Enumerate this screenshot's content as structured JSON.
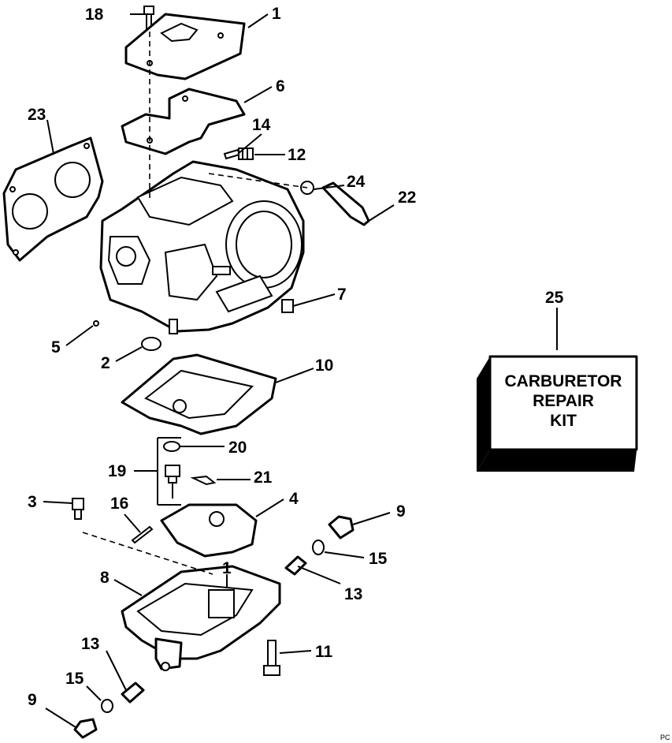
{
  "callouts": {
    "c1": "1",
    "c1b": "1",
    "c2": "2",
    "c3": "3",
    "c4": "4",
    "c5": "5",
    "c6": "6",
    "c7": "7",
    "c8": "8",
    "c9a": "9",
    "c9b": "9",
    "c10": "10",
    "c11": "11",
    "c12": "12",
    "c13a": "13",
    "c13b": "13",
    "c14": "14",
    "c15a": "15",
    "c15b": "15",
    "c16": "16",
    "c18": "18",
    "c19": "19",
    "c20": "20",
    "c21": "21",
    "c22": "22",
    "c23": "23",
    "c24": "24",
    "c25": "25"
  },
  "kit": {
    "line1": "CARBURETOR",
    "line2": "REPAIR",
    "line3": "KIT"
  },
  "corner_mark": "PC"
}
